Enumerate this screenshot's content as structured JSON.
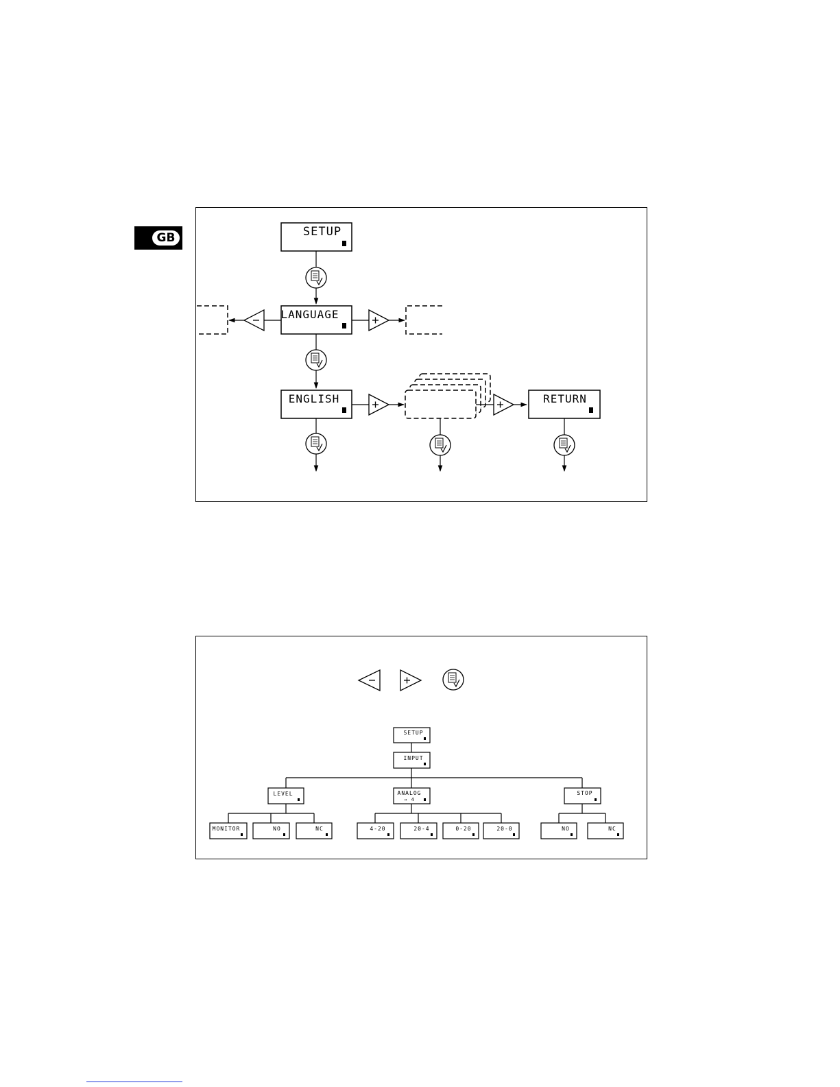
{
  "badge": "GB",
  "fig1": {
    "setup": "SETUP",
    "language": "LANGUAGE",
    "english": "ENGLISH",
    "return": "RETURN"
  },
  "fig2": {
    "setup": "SETUP",
    "input": "INPUT",
    "level": "LEVEL",
    "analog": "ANALOG",
    "analog_sub": "→ 4",
    "stop": "STOP",
    "level_children": [
      "MONITOR",
      "NO",
      "NC"
    ],
    "analog_children": [
      "4-20",
      "20-4",
      "0-20",
      "20-0"
    ],
    "stop_children": [
      "NO",
      "NC"
    ]
  }
}
